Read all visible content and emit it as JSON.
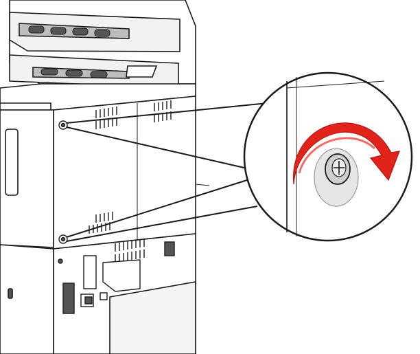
{
  "figure": {
    "subject": "printer-side-panel",
    "action": "turn-screw-counterclockwise",
    "callout_target": "upper-panel-screw"
  },
  "icons": {
    "arrow": "rotate-arrow-icon",
    "screw": "thumbscrew-icon"
  },
  "colors": {
    "line": "#1a1a1a",
    "panel_fill": "#ffffff",
    "shade": "#d9d9d9",
    "dark_part": "#555555",
    "arrow_red": "#e2231a",
    "arrow_red_dark": "#b3150f"
  }
}
